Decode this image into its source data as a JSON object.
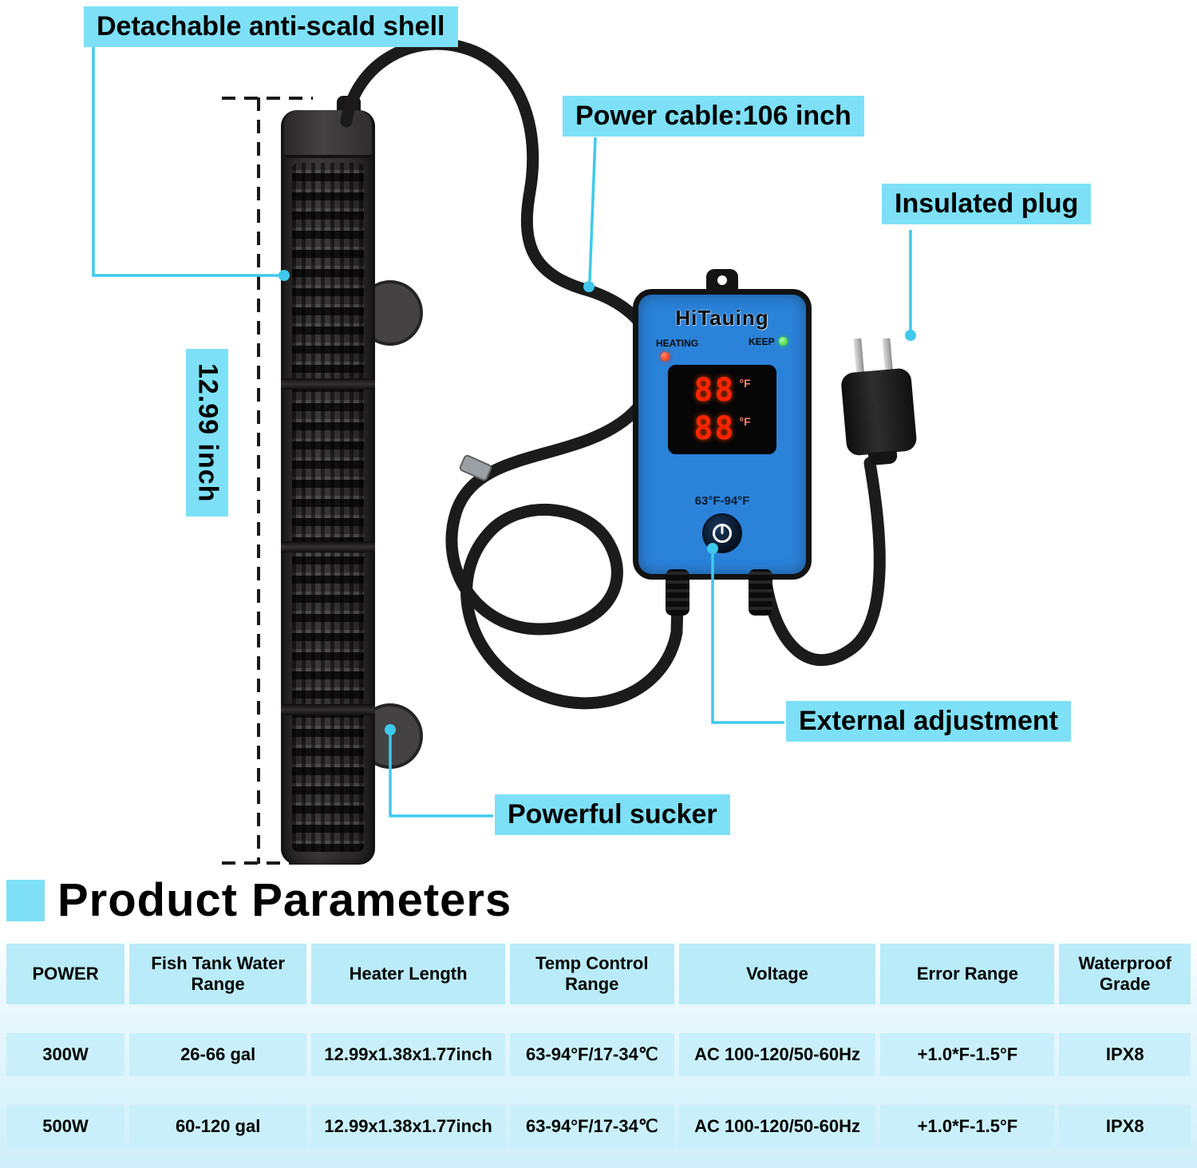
{
  "callouts": {
    "shell": "Detachable anti-scald shell",
    "power_cable": "Power cable:106 inch",
    "insulated_plug": "Insulated plug",
    "heater_length": "12.99 inch",
    "external_adjustment": "External adjustment",
    "powerful_sucker": "Powerful sucker"
  },
  "controller": {
    "brand": "HiTauing",
    "heating_label": "HEATING",
    "keep_label": "KEEP",
    "display_top_value": "88",
    "display_top_unit": "°F",
    "display_bottom_value": "88",
    "display_bottom_unit": "°F",
    "temp_range": "63°F-94°F"
  },
  "section": {
    "title": "Product Parameters"
  },
  "table": {
    "headers": [
      "POWER",
      "Fish Tank Water Range",
      "Heater Length",
      "Temp Control Range",
      "Voltage",
      "Error Range",
      "Waterproof Grade"
    ],
    "rows": [
      [
        "300W",
        "26-66 gal",
        "12.99x1.38x1.77inch",
        "63-94°F/17-34℃",
        "AC 100-120/50-60Hz",
        "+1.0*F-1.5°F",
        "IPX8"
      ],
      [
        "500W",
        "60-120 gal",
        "12.99x1.38x1.77inch",
        "63-94°F/17-34℃",
        "AC 100-120/50-60Hz",
        "+1.0*F-1.5°F",
        "IPX8"
      ]
    ]
  },
  "colors": {
    "accent_cyan": "#7de0f6",
    "leader_cyan": "#3fc9ec",
    "controller_blue": "#2a82d9",
    "digit_red": "#ff2400",
    "led_red": "#ff2d00",
    "led_green": "#33cc33",
    "table_header_bg": "#b9ebf8",
    "table_cell_bg": "#c9f0fa"
  }
}
